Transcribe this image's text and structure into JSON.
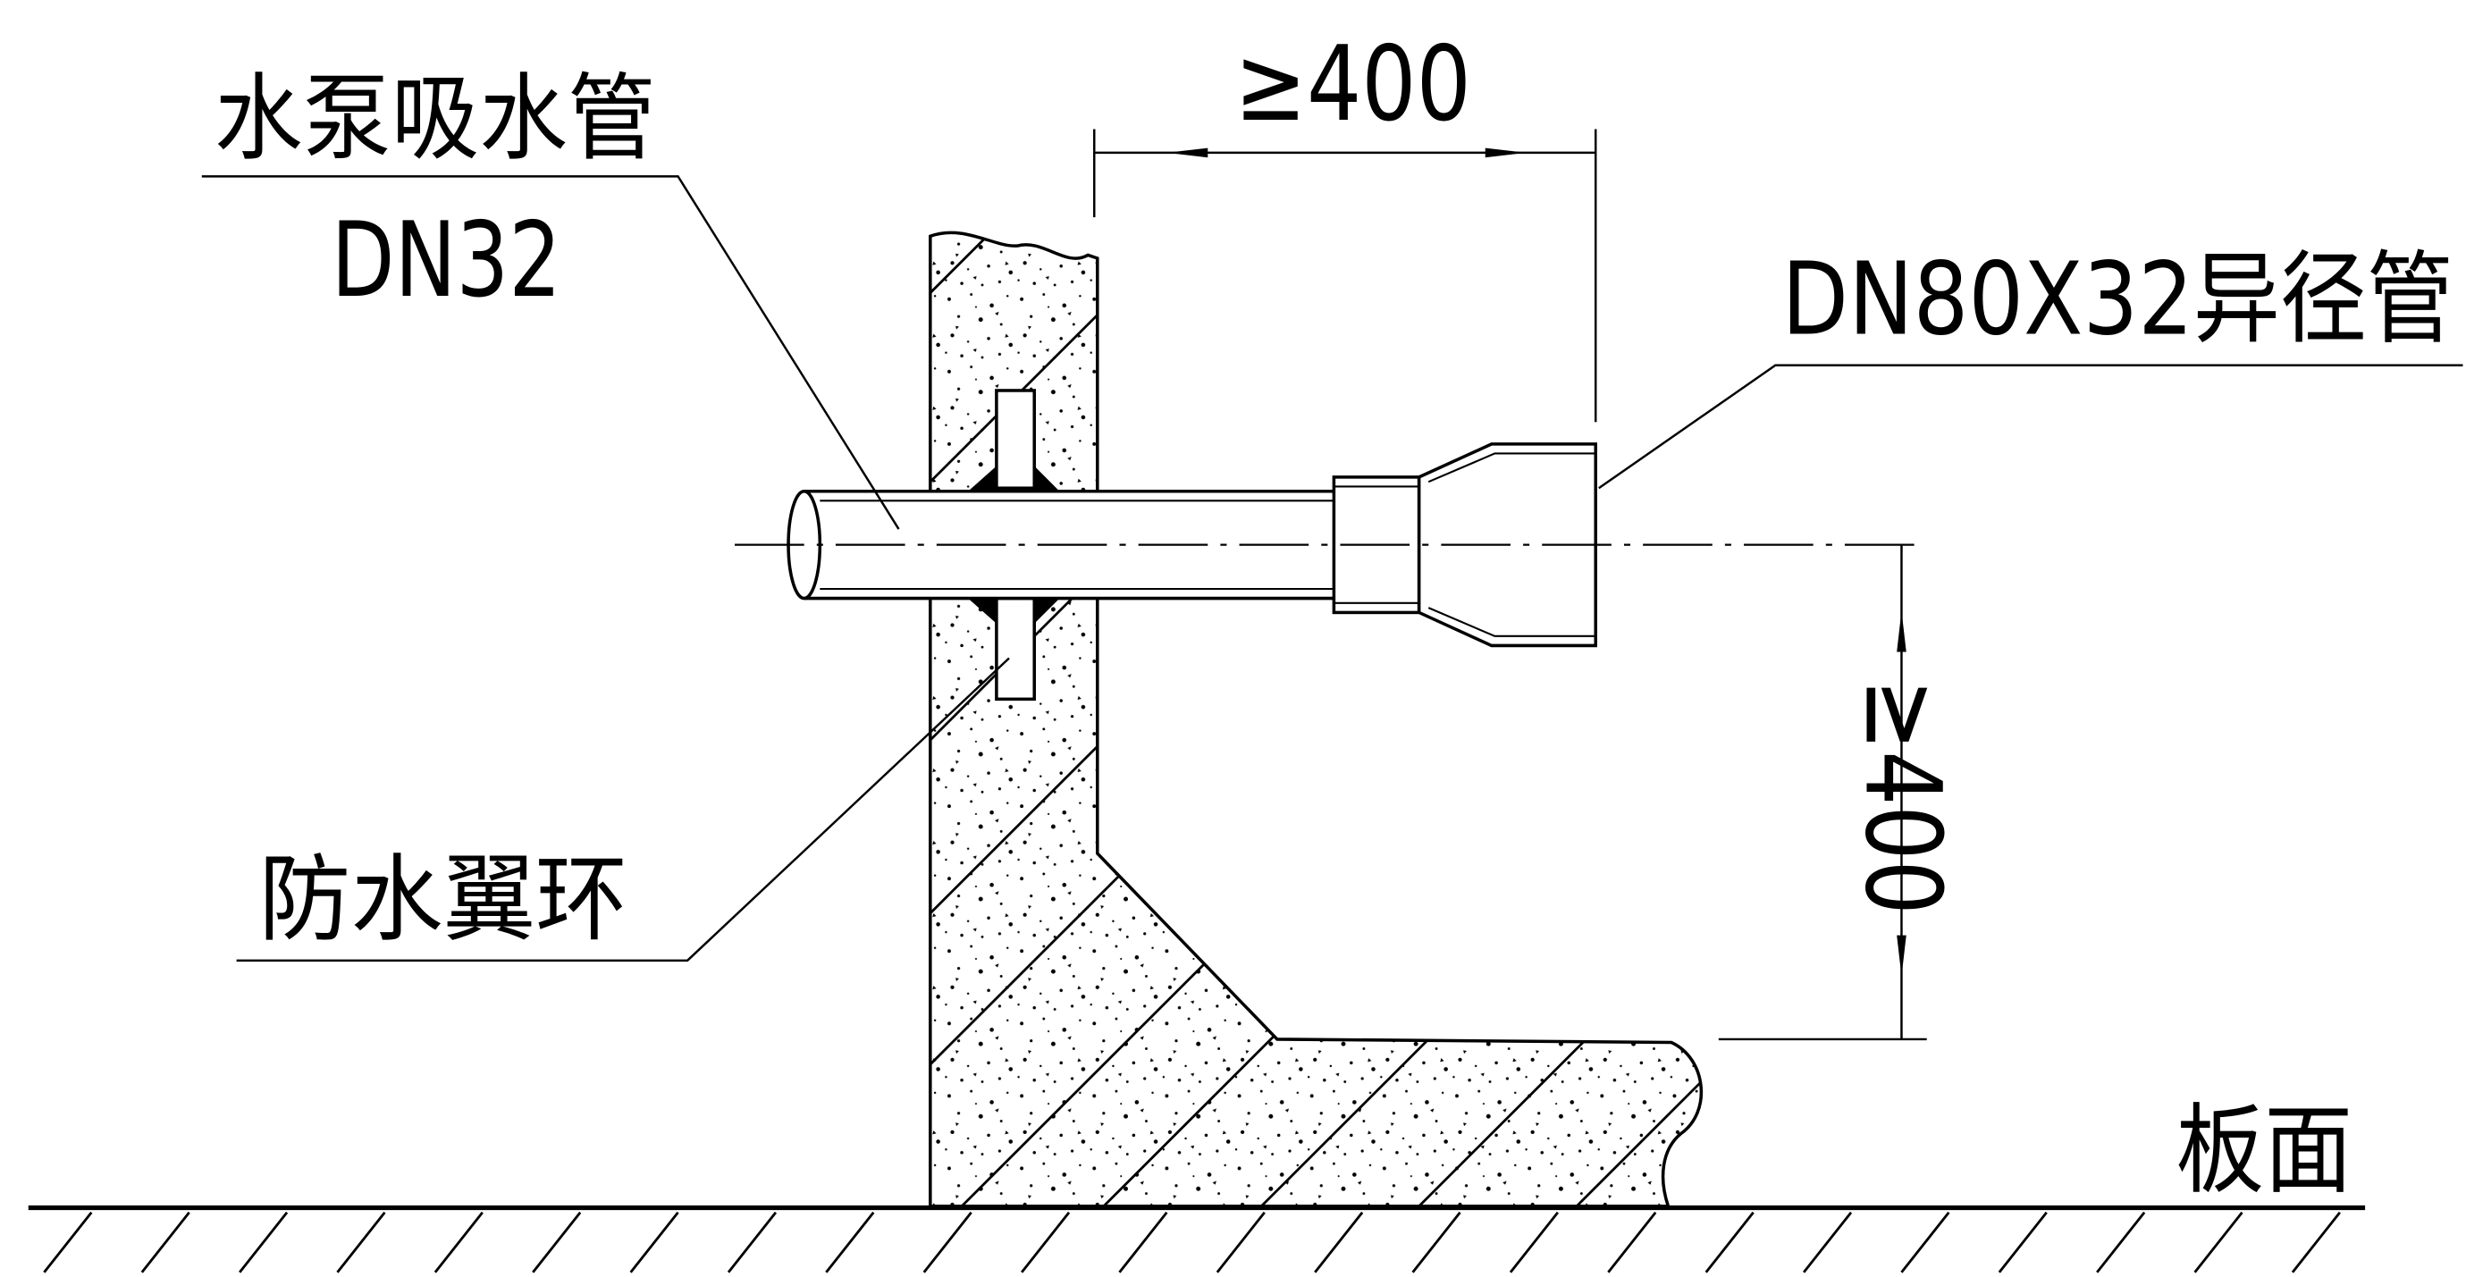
{
  "labels": {
    "suction_pipe_name": "水泵吸水管",
    "suction_pipe_size": "DN32",
    "reducer": "DN80X32异径管",
    "waterproof_ring": "防水翼环",
    "slab_surface": "板面"
  },
  "dimensions": {
    "horizontal": "≥400",
    "vertical": "≥400"
  }
}
